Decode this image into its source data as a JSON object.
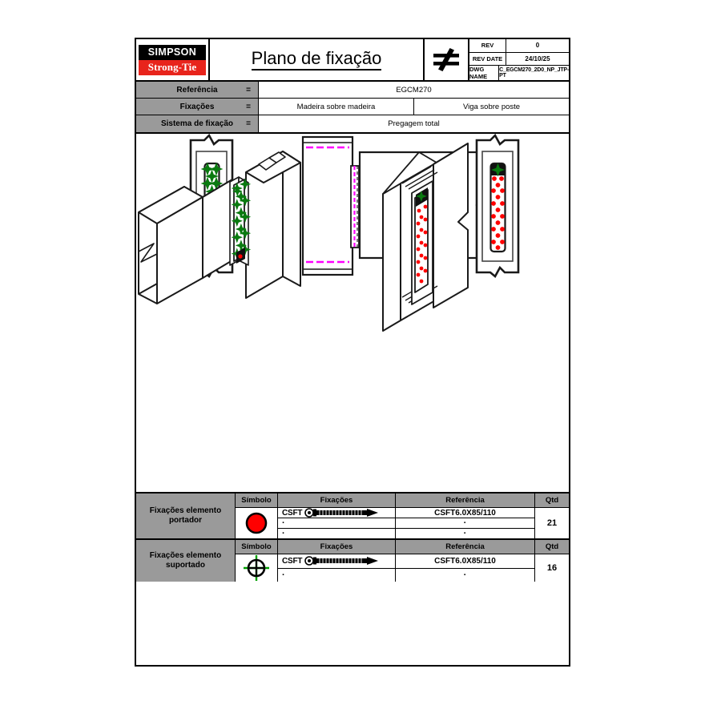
{
  "titleblock": {
    "logo_top": "SIMPSON",
    "logo_bottom": "Strong-Tie",
    "title": "Plano de fixação",
    "projection_symbol": "≠",
    "rev_label": "REV",
    "rev_value": "0",
    "rev_date_label": "REV DATE",
    "rev_date_value": "24/10/25",
    "dwg_name_label": "DWG NAME",
    "dwg_name_value": "C_EGCM270_2D0_NP_JTP-PT"
  },
  "specs": [
    {
      "label": "Referência",
      "eq": "=",
      "values": [
        "EGCM270"
      ]
    },
    {
      "label": "Fixações",
      "eq": "=",
      "values": [
        "Madeira sobre madeira",
        "Viga sobre poste"
      ]
    },
    {
      "label": "Sistema de fixação",
      "eq": "=",
      "values": [
        "Pregagem total"
      ]
    }
  ],
  "legends": [
    {
      "side_label": "Fixações elemento portador",
      "headers": [
        "Símbolo",
        "Fixações",
        "Referência",
        "Qtd"
      ],
      "symbol": "filled-red-circle",
      "symbol_color": "#FF0000",
      "fixacoes": [
        "CSFT",
        "·",
        "·"
      ],
      "referencia": [
        "CSFT6.0X85/110",
        "·",
        "·"
      ],
      "qtd": "21"
    },
    {
      "side_label": "Fixações elemento suportado",
      "headers": [
        "Símbolo",
        "Fixações",
        "Referência",
        "Qtd"
      ],
      "symbol": "green-crosshair-circle",
      "symbol_color": "#00A000",
      "fixacoes": [
        "CSFT",
        "·"
      ],
      "referencia": [
        "CSFT6.0X85/110",
        "·"
      ],
      "qtd": "16"
    }
  ],
  "drawing": {
    "colors": {
      "outline": "#1a1a1a",
      "carrier_fastener": "#FF0000",
      "supported_fastener": "#007A00",
      "section_line": "#FF00FF"
    },
    "views": [
      {
        "name": "left-elevation-supported-face",
        "fastener_symbol": "green-cross"
      },
      {
        "name": "center-section-view",
        "fastener_symbol": "magenta-dashed"
      },
      {
        "name": "right-elevation-carrier-face",
        "fastener_symbol": "red-dot"
      },
      {
        "name": "iso-view-beam-over-post-green",
        "fastener_symbol": "green-cross"
      },
      {
        "name": "iso-view-beam-over-post-red",
        "fastener_symbol": "red-dot"
      }
    ]
  }
}
